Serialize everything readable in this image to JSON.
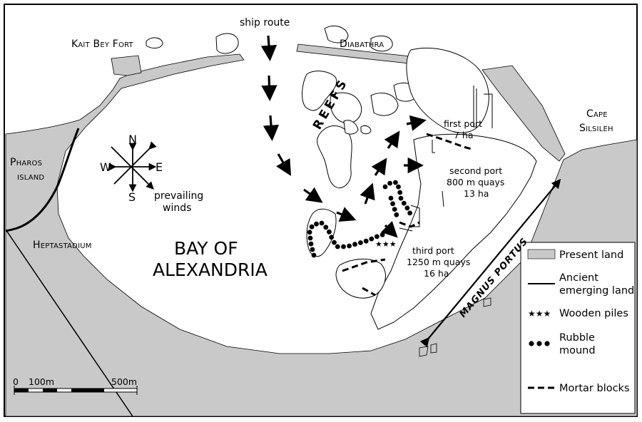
{
  "labels": {
    "ship_route": "ship route",
    "kait_bey_fort": "Kait Bey Fort",
    "diabathra": "Diabathra",
    "reefs": "REEFS",
    "cape_silsileh_1": "Cape",
    "cape_silsileh_2": "Silsileh",
    "pharos_1": "Pharos",
    "pharos_2": "island",
    "heptastadium": "Heptastadium",
    "bay_1": "BAY OF",
    "bay_2": "ALEXANDRIA",
    "prevailing_1": "prevailing",
    "prevailing_2": "winds",
    "magnus_portus": "MAGNUS PORTUS",
    "first_port_1": "first port",
    "first_port_2": "7 ha",
    "second_port_1": "second port",
    "second_port_2": "800 m quays",
    "second_port_3": "13 ha",
    "third_port_1": "third port",
    "third_port_2": "1250 m quays",
    "third_port_3": "16 ha"
  },
  "compass": {
    "n": "N",
    "s": "S",
    "e": "E",
    "w": "W"
  },
  "scale": {
    "zero": "0",
    "mid": "100m",
    "end": "500m"
  },
  "legend": {
    "present_land": "Present land",
    "ancient_1": "Ancient",
    "ancient_2": "emerging land",
    "wooden_piles": "Wooden piles",
    "rubble_1": "Rubble",
    "rubble_2": "mound",
    "mortar_blocks": "Mortar blocks",
    "star_glyph": "★★★"
  },
  "colors": {
    "present_land": "#c9c9c9",
    "ink": "#000000",
    "paper": "#ffffff"
  }
}
